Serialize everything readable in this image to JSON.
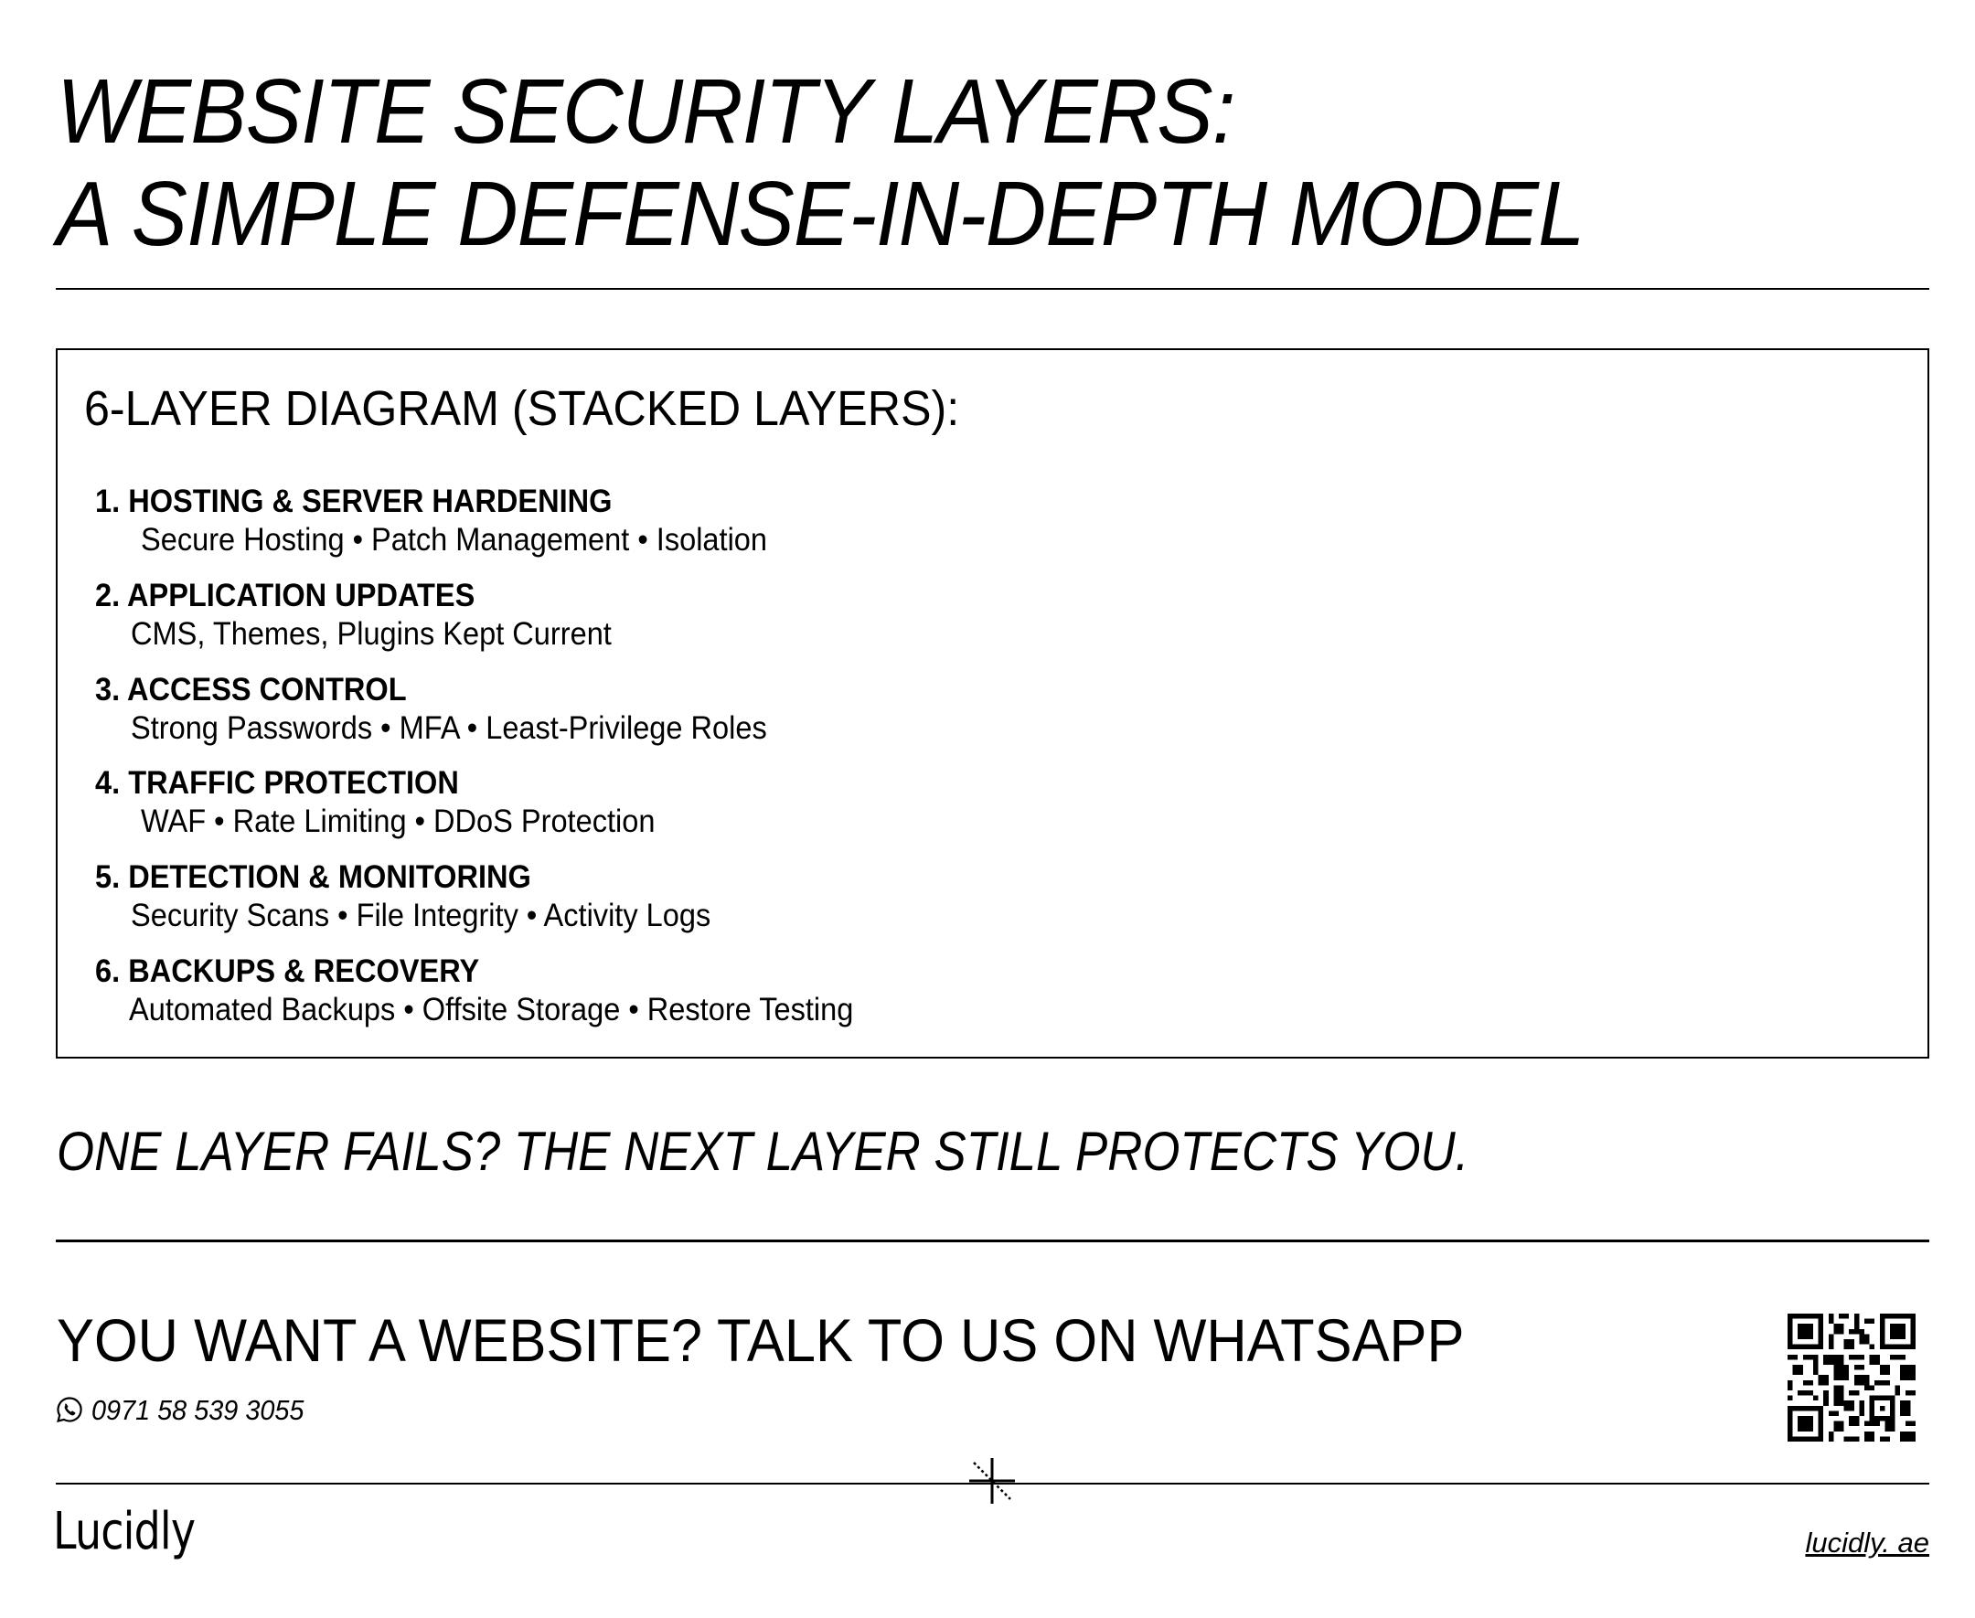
{
  "header": {
    "title_line1": "WEBSITE SECURITY LAYERS:",
    "title_line2": "A SIMPLE DEFENSE-IN-DEPTH MODEL"
  },
  "diagram": {
    "heading": "6-LAYER DIAGRAM (STACKED LAYERS):",
    "layers": [
      {
        "title": "1. HOSTING & SERVER HARDENING",
        "details": "Secure Hosting • Patch Management • Isolation"
      },
      {
        "title": "2. APPLICATION UPDATES",
        "details": "CMS, Themes, Plugins Kept Current"
      },
      {
        "title": "3. ACCESS CONTROL",
        "details": "Strong Passwords • MFA • Least-Privilege Roles"
      },
      {
        "title": "4. TRAFFIC PROTECTION",
        "details": "WAF • Rate Limiting • DDoS Protection"
      },
      {
        "title": "5. DETECTION & MONITORING",
        "details": "Security Scans • File Integrity • Activity Logs"
      },
      {
        "title": "6. BACKUPS & RECOVERY",
        "details": "Automated Backups • Offsite Storage • Restore Testing"
      }
    ]
  },
  "tagline": "ONE LAYER FAILS? THE NEXT LAYER STILL PROTECTS YOU.",
  "contact": {
    "cta": "YOU WANT A WEBSITE? TALK TO US ON WHATSAPP",
    "phone_icon": "whatsapp-icon",
    "phone": "0971 58 539 3055",
    "qr_icon": "qr-code"
  },
  "footer": {
    "logo": "Lucidly",
    "website": "lucidly. ae"
  },
  "colors": {
    "background": "#ffffff",
    "foreground": "#000000"
  }
}
